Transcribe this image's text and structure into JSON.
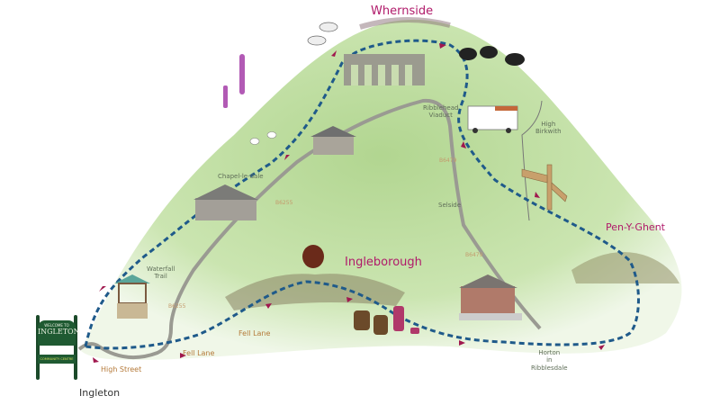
{
  "colors": {
    "route": "#1f5a8a",
    "arrow": "#a0184e",
    "peak": "#b01a6a",
    "grass": "#b9d99a",
    "road": "#9a9a92"
  },
  "peaks": {
    "whernside": "Whernside",
    "ingleborough": "Ingleborough",
    "pen_y_ghent": "Pen-Y-Ghent"
  },
  "places": {
    "ribblehead": [
      "Ribblehead",
      "Viaduct"
    ],
    "high_birkwith": [
      "High",
      "Birkwith"
    ],
    "selside": "Selside",
    "chapel": "Chapel-le-dale",
    "waterfall": [
      "Waterfall",
      "Trail"
    ],
    "horton": [
      "Horton",
      "in",
      "Ribblesdale"
    ],
    "ingleton": "Ingleton"
  },
  "roads": {
    "b6479_a": "B6479",
    "b6479_b": "B6479",
    "b6255_a": "B6255",
    "b6255_b": "B6255",
    "fell_lane_a": "Fell Lane",
    "fell_lane_b": "Fell Lane",
    "high_street": "High Street"
  },
  "sign": {
    "welcome": "WELCOME TO",
    "name": "INGLETON",
    "sub": "COMMUNITY CENTRE"
  },
  "icons": [
    "horses",
    "cows",
    "viaduct",
    "ice-cream-van",
    "signpost",
    "farmhouse",
    "sheep",
    "foxgloves",
    "chapel",
    "well",
    "grouse",
    "boots",
    "flask",
    "railway-station",
    "ingleton-sign"
  ]
}
